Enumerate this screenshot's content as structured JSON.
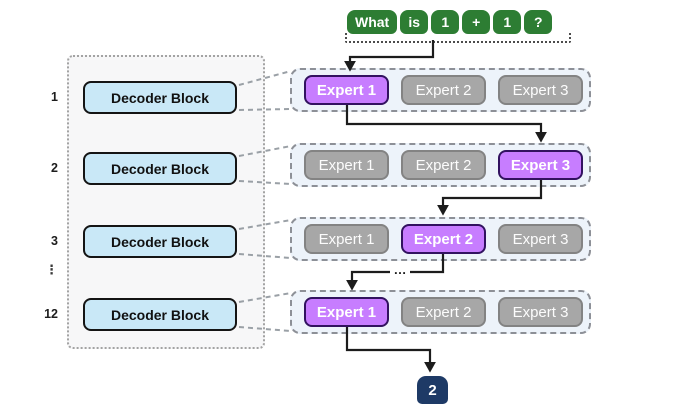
{
  "diagram_title": "mixture-of-experts-routing",
  "input": {
    "tokens": [
      "What",
      "is",
      "1",
      "+",
      "1",
      "?"
    ]
  },
  "decoder_stack": {
    "layers": [
      {
        "index": "1",
        "label": "Decoder Block"
      },
      {
        "index": "2",
        "label": "Decoder Block"
      },
      {
        "index": "3",
        "label": "Decoder Block"
      },
      {
        "index": "12",
        "label": "Decoder Block"
      }
    ],
    "skipped_layers_ellipsis": "⋮"
  },
  "expert_layers": [
    {
      "experts": [
        {
          "label": "Expert 1",
          "selected": true
        },
        {
          "label": "Expert 2",
          "selected": false
        },
        {
          "label": "Expert 3",
          "selected": false
        }
      ]
    },
    {
      "experts": [
        {
          "label": "Expert 1",
          "selected": false
        },
        {
          "label": "Expert 2",
          "selected": false
        },
        {
          "label": "Expert 3",
          "selected": true
        }
      ]
    },
    {
      "experts": [
        {
          "label": "Expert 1",
          "selected": false
        },
        {
          "label": "Expert 2",
          "selected": true
        },
        {
          "label": "Expert 3",
          "selected": false
        }
      ]
    },
    {
      "experts": [
        {
          "label": "Expert 1",
          "selected": true
        },
        {
          "label": "Expert 2",
          "selected": false
        },
        {
          "label": "Expert 3",
          "selected": false
        }
      ]
    }
  ],
  "routing": {
    "skip_ellipsis": "…"
  },
  "output": {
    "token": "2"
  },
  "colors": {
    "token_green": "#2d7d33",
    "decoder_block_fill": "#c9e8f7",
    "expert_selected_fill": "#c77dff",
    "expert_selected_border": "#321260",
    "expert_unselected_fill": "#a7a7a7",
    "expert_row_background": "#edf3fa",
    "output_navy": "#1e3a66",
    "arrow_color": "#1c1c1c"
  }
}
